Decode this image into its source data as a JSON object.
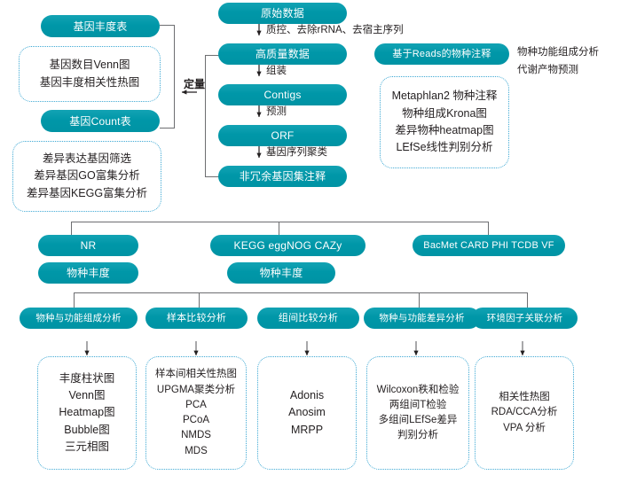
{
  "diagram": {
    "title": "Metagenomics analysis workflow",
    "colors": {
      "pill_teal": "#0097a8",
      "dashed_blue": "#3fa9d4",
      "connector_gray": "#6d6e71",
      "text_dark": "#231f20"
    }
  },
  "pipeline": {
    "steps": [
      {
        "label": "原始数据"
      },
      {
        "label": "高质量数据"
      },
      {
        "label": "Contigs"
      },
      {
        "label": "ORF"
      },
      {
        "label": "非冗余基因集注释"
      }
    ],
    "arrow_labels": [
      "质控、去除rRNA、去宿主序列",
      "组装",
      "预测",
      "基因序列聚类"
    ]
  },
  "left_column": {
    "pill_gene_abundance": "基因丰度表",
    "dash_gene_plots": [
      "基因数目Venn图",
      "基因丰度相关性热图"
    ],
    "pill_gene_count": "基因Count表",
    "dash_deg": [
      "差异表达基因筛选",
      "差异基因GO富集分析",
      "差异基因KEGG富集分析"
    ],
    "bracket_label": "定量"
  },
  "reads_branch": {
    "pill_reads_taxonomy": "基于Reads的物种注释",
    "dash_taxonomy": [
      "Metaphlan2  物种注释",
      "物种组成Krona图",
      "差异物种heatmap图",
      "LEfSe线性判别分析"
    ],
    "side_notes": [
      "物种功能组成分析",
      "代谢产物预测"
    ]
  },
  "databases": {
    "row": [
      {
        "label": "NR"
      },
      {
        "label": "KEGG eggNOG CAZy"
      },
      {
        "label": "BacMet CARD PHI TCDB VF"
      }
    ],
    "abundance_row": [
      {
        "label": "物种丰度"
      },
      {
        "label": "物种丰度"
      }
    ]
  },
  "analysis": {
    "categories": [
      {
        "label": "物种与功能组成分析"
      },
      {
        "label": "样本比较分析"
      },
      {
        "label": "组间比较分析"
      },
      {
        "label": "物种与功能差异分析"
      },
      {
        "label": "环境因子关联分析"
      }
    ],
    "details": [
      {
        "lines": [
          "丰度柱状图",
          "Venn图",
          "Heatmap图",
          "Bubble图",
          "三元相图"
        ]
      },
      {
        "lines": [
          "样本间相关性热图",
          "UPGMA聚类分析",
          "PCA",
          "PCoA",
          "NMDS",
          "MDS"
        ]
      },
      {
        "lines": [
          "Adonis",
          "Anosim",
          "MRPP"
        ]
      },
      {
        "lines": [
          "Wilcoxon秩和检验",
          "两组间T检验",
          "多组间LEfSe差异",
          "判别分析"
        ]
      },
      {
        "lines": [
          "相关性热图",
          "RDA/CCA分析",
          "VPA 分析"
        ]
      }
    ]
  }
}
